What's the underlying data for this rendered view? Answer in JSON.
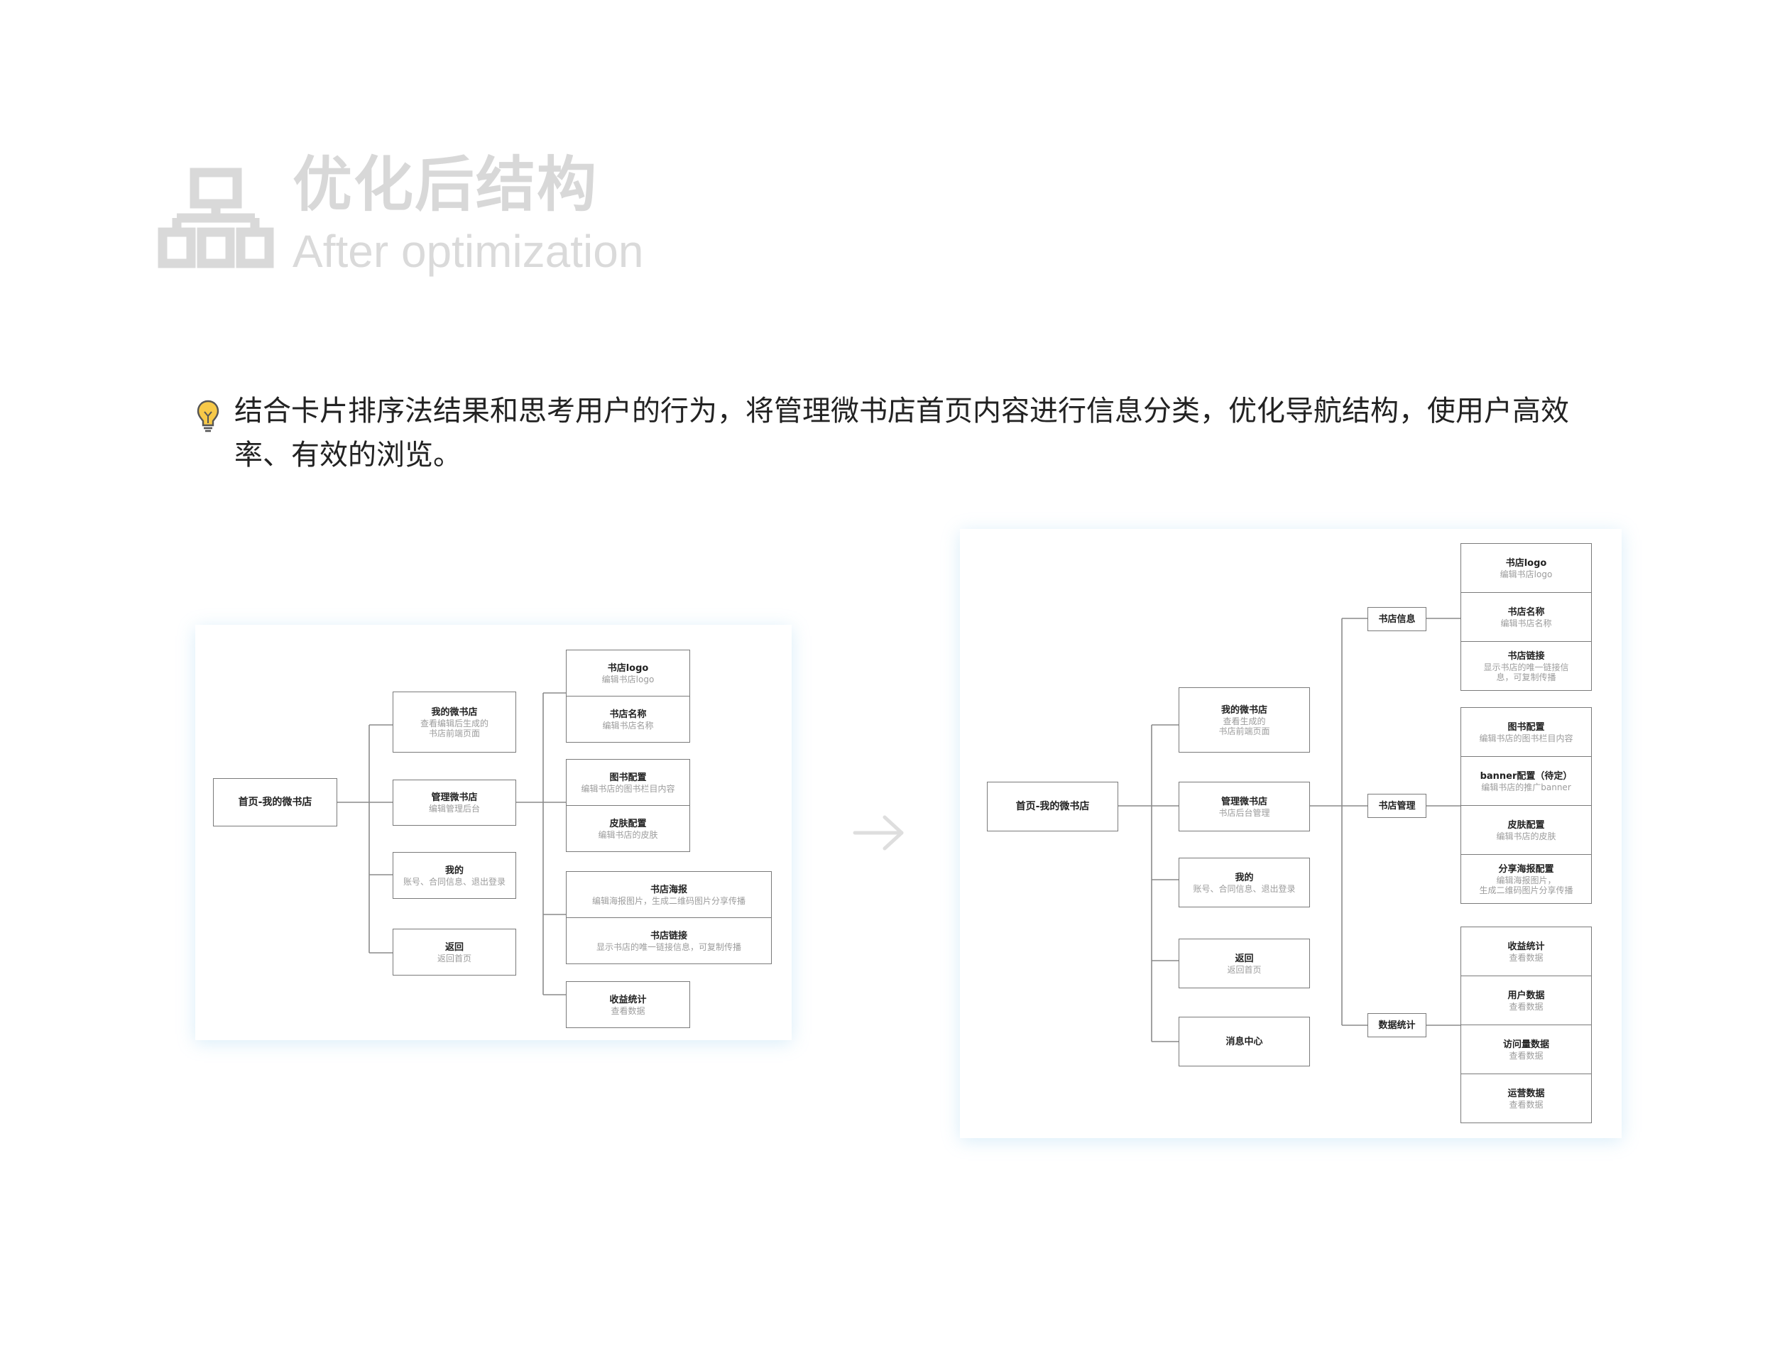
{
  "header": {
    "title": "优化后结构",
    "subtitle": "After optimization",
    "icon": "org-chart-icon"
  },
  "intro": {
    "icon": "lightbulb-icon",
    "text": "结合卡片排序法结果和思考用户的行为，将管理微书店首页内容进行信息分类，优化导航结构，使用户高效率、有效的浏览。"
  },
  "left": {
    "root": "首页-我的微书店",
    "n1": {
      "t": "我的微书店",
      "d": "查看编辑后生成的\n书店前端页面"
    },
    "n2": {
      "t": "管理微书店",
      "d": "编辑管理后台"
    },
    "n3": {
      "t": "我的",
      "d": "账号、合同信息、退出登录"
    },
    "n4": {
      "t": "返回",
      "d": "返回首页"
    },
    "c1": {
      "t": "书店logo",
      "d": "编辑书店logo"
    },
    "c2": {
      "t": "书店名称",
      "d": "编辑书店名称"
    },
    "c3": {
      "t": "图书配置",
      "d": "编辑书店的图书栏目内容"
    },
    "c4": {
      "t": "皮肤配置",
      "d": "编辑书店的皮肤"
    },
    "c5": {
      "t": "书店海报",
      "d": "编辑海报图片，生成二维码图片分享传播"
    },
    "c6": {
      "t": "书店链接",
      "d": "显示书店的唯一链接信息，可复制传播"
    },
    "c7": {
      "t": "收益统计",
      "d": "查看数据"
    }
  },
  "right": {
    "root": "首页-我的微书店",
    "n1": {
      "t": "我的微书店",
      "d": "查看生成的\n书店前端页面"
    },
    "n2": {
      "t": "管理微书店",
      "d": "书店后台管理"
    },
    "n3": {
      "t": "我的",
      "d": "账号、合同信息、退出登录"
    },
    "n4": {
      "t": "返回",
      "d": "返回首页"
    },
    "n5": {
      "t": "消息中心"
    },
    "g1": "书店信息",
    "g2": "书店管理",
    "g3": "数据统计",
    "c1": {
      "t": "书店logo",
      "d": "编辑书店logo"
    },
    "c2": {
      "t": "书店名称",
      "d": "编辑书店名称"
    },
    "c3": {
      "t": "书店链接",
      "d": "显示书店的唯一链接信\n息，可复制传播"
    },
    "c4": {
      "t": "图书配置",
      "d": "编辑书店的图书栏目内容"
    },
    "c5": {
      "t": "banner配置（待定）",
      "d": "编辑书店的推广banner"
    },
    "c6": {
      "t": "皮肤配置",
      "d": "编辑书店的皮肤"
    },
    "c7": {
      "t": "分享海报配置",
      "d": "编辑海报图片，\n生成二维码图片分享传播"
    },
    "c8": {
      "t": "收益统计",
      "d": "查看数据"
    },
    "c9": {
      "t": "用户数据",
      "d": "查看数据"
    },
    "c10": {
      "t": "访问量数据",
      "d": "查看数据"
    },
    "c11": {
      "t": "运营数据",
      "d": "查看数据"
    }
  },
  "arrow_icon": "arrow-right-icon"
}
